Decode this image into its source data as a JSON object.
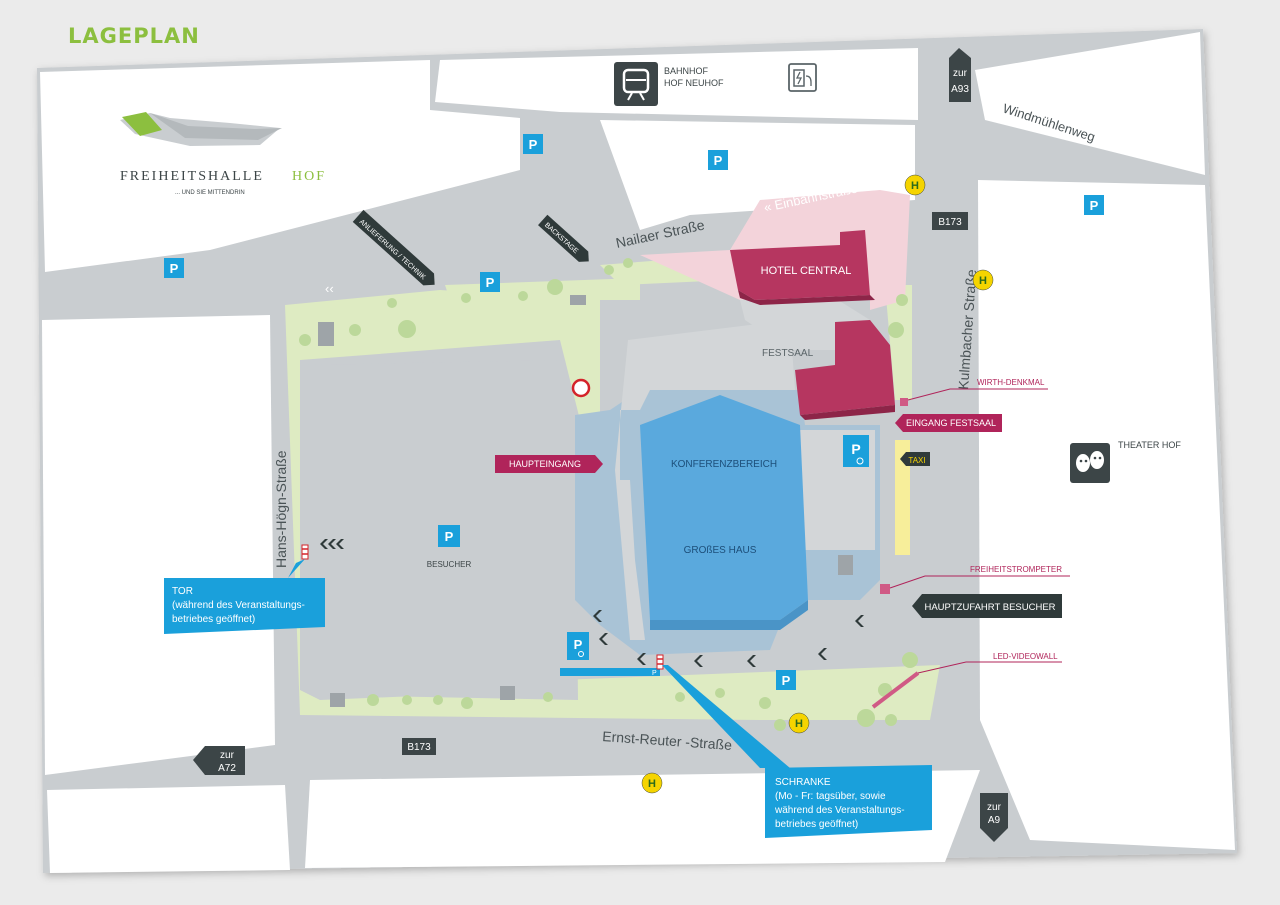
{
  "page": {
    "title": "LAGEPLAN"
  },
  "logo": {
    "name": "FREIHEITSHALLE",
    "name_accent": "HOF",
    "tagline": "... UND SIE MITTENDRIN"
  },
  "colors": {
    "road": "#c9cdd0",
    "block": "#ffffff",
    "green": "#deebc2",
    "tree": "#bcd89a",
    "plaza": "#a9c3d6",
    "building": "#d3d6d8",
    "blue_hall": "#5aa9dd",
    "hotel": "#b63660",
    "hotel_area": "#f3d3da",
    "parking": "#1aa0db",
    "sign_dark": "#2f3a3a",
    "callout": "#1aa0db",
    "wine": "#b0245a",
    "bus_stop": "#f5d400",
    "lageplan": "#8cbf3f"
  },
  "streets": {
    "nailaer": "Nailaer Straße",
    "einbahn": "« Einbahnstraße",
    "windmuehlen": "Windmühlenweg",
    "kulmbacher": "Kulmbacher Straße",
    "hans_hoegn": "Hans-Högn-Straße",
    "ernst_reuter": "Ernst-Reuter -Straße"
  },
  "shields": {
    "b173_top": "B173",
    "b173_bottom": "B173"
  },
  "directions": {
    "a93": [
      "zur",
      "A93"
    ],
    "a72": [
      "zur",
      "A72"
    ],
    "a9": [
      "zur",
      "A9"
    ]
  },
  "pois": {
    "bahnhof": [
      "BAHNHOF",
      "HOF NEUHOF"
    ],
    "theater": "THEATER HOF"
  },
  "buildings": {
    "hotel": "HOTEL CENTRAL",
    "festsaal": "FESTSAAL",
    "konferenz": "KONFERENZBEREICH",
    "grosses_haus": "GROßES HAUS",
    "besucher": "BESUCHER"
  },
  "signs": {
    "anlieferung": "ANLIEFERUNG / TECHNIK",
    "backstage": "BACKSTAGE",
    "haupteingang": "HAUPTEINGANG",
    "eingang_festsaal": "EINGANG FESTSAAL",
    "taxi": "TAXI",
    "hauptzufahrt": "HAUPTZUFAHRT BESUCHER"
  },
  "markers": {
    "wirth": "WIRTH-DENKMAL",
    "trompeter": "FREIHEITSTROMPETER",
    "led": "LED-VIDEOWALL"
  },
  "callouts": {
    "tor": [
      "TOR",
      "(während des Veranstaltungs-",
      "betriebes geöffnet)"
    ],
    "schranke": [
      "SCHRANKE",
      "(Mo - Fr: tagsüber, sowie",
      "während des Veranstaltungs-",
      "betriebes geöffnet)"
    ]
  },
  "symbols": {
    "parking": "P",
    "bus_stop": "H",
    "chevrons": "‹‹",
    "small_p": "P"
  }
}
